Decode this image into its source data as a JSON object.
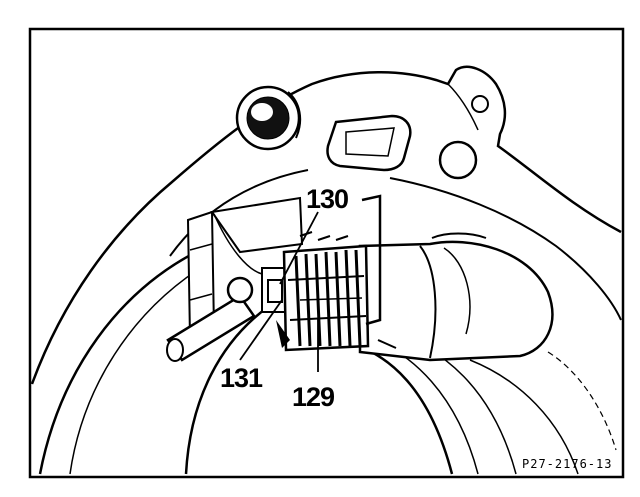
{
  "labels": {
    "part_130": "130",
    "part_131": "131",
    "part_129": "129"
  },
  "figure_ref": "P27-2176-13",
  "colors": {
    "ink": "#000000",
    "paper": "#ffffff"
  }
}
